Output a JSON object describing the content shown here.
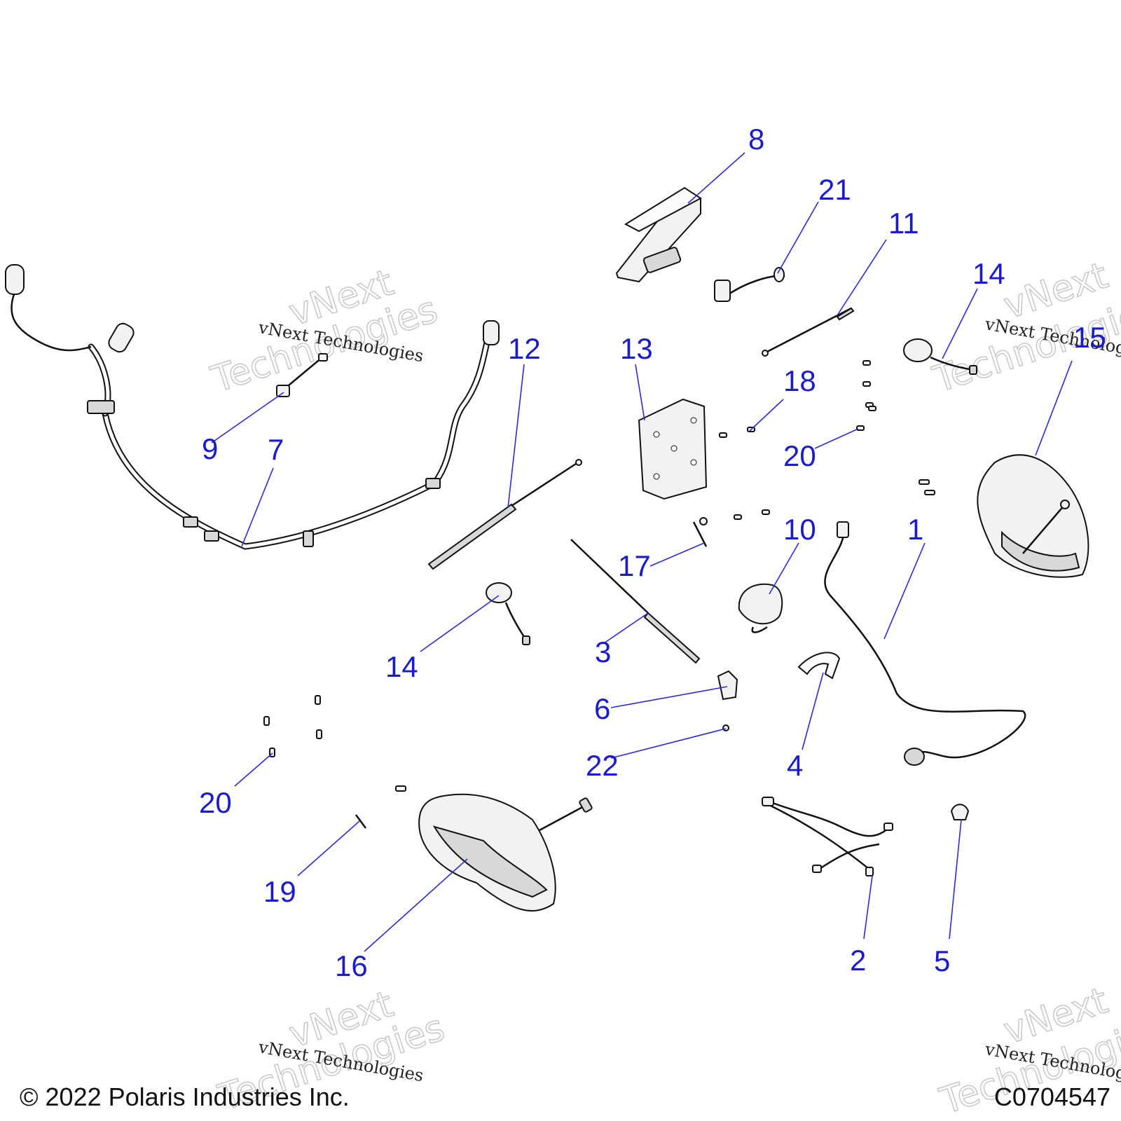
{
  "callouts": {
    "c1": "1",
    "c2": "2",
    "c3": "3",
    "c4": "4",
    "c5": "5",
    "c6": "6",
    "c7": "7",
    "c8": "8",
    "c9": "9",
    "c10": "10",
    "c11": "11",
    "c12": "12",
    "c13": "13",
    "c14a": "14",
    "c14b": "14",
    "c15": "15",
    "c16": "16",
    "c17": "17",
    "c18": "18",
    "c19": "19",
    "c20a": "20",
    "c20b": "20",
    "c21": "21",
    "c22": "22"
  },
  "watermark": {
    "small": "vNext Technologies",
    "big_line1": "vNext",
    "big_line2": "Technologies"
  },
  "footer": {
    "copyright": "© 2022 Polaris Industries Inc.",
    "figure_id": "C0704547"
  }
}
